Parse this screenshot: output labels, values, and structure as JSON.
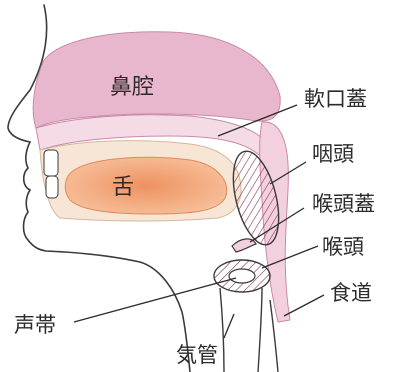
{
  "labels": {
    "nasal_cavity": "鼻腔",
    "tongue": "舌",
    "soft_palate": "軟口蓋",
    "pharynx": "咽頭",
    "epiglottis": "喉頭蓋",
    "larynx": "喉頭",
    "esophagus": "食道",
    "vocal_cords": "声帯",
    "trachea": "気管"
  },
  "colors": {
    "outline": "#3a3a3a",
    "nasal_fill": "#e9b7cd",
    "palate_fill": "#f4dbe6",
    "tongue_fill": "#f2a97a",
    "tongue_core": "#ee9a66",
    "oral_fill": "#f7e6d6",
    "pharynx_fill": "#f3d0e0",
    "hatch_zone": "#9b3b5f",
    "text": "#2b2b2b"
  }
}
